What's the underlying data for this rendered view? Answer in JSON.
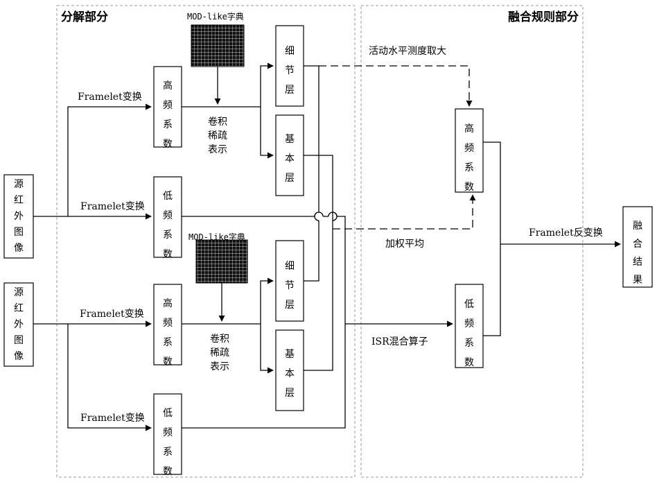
{
  "regions": {
    "decomposition": "分解部分",
    "fusion_rules": "融合规则部分"
  },
  "sources": {
    "source_a": "源红外图像",
    "source_b": "源红外图像"
  },
  "transforms": {
    "framelet_a_high": "Framelet变换",
    "framelet_a_low": "Framelet变换",
    "framelet_b_high": "Framelet变换",
    "framelet_b_low": "Framelet变换",
    "inverse": "Framelet反变换"
  },
  "coefficients": {
    "a_high": "高频系数",
    "a_low": "低频系数",
    "b_high": "高频系数",
    "b_low": "低频系数",
    "fused_high": "高频系数",
    "fused_low": "低频系数"
  },
  "dictionaries": {
    "dict_a": "MOD-like字典",
    "dict_b": "MOD-like字典"
  },
  "sparse": {
    "a": [
      "卷积",
      "稀疏",
      "表示"
    ],
    "b": [
      "卷积",
      "稀疏",
      "表示"
    ]
  },
  "layers": {
    "a_detail": "细节层",
    "a_base": "基本层",
    "b_detail": "细节层",
    "b_base": "基本层"
  },
  "rules": {
    "activity_max": "活动水平测度取大",
    "weighted_average": "加权平均",
    "isr": "ISR混合算子"
  },
  "output": {
    "result": "融合结果"
  }
}
